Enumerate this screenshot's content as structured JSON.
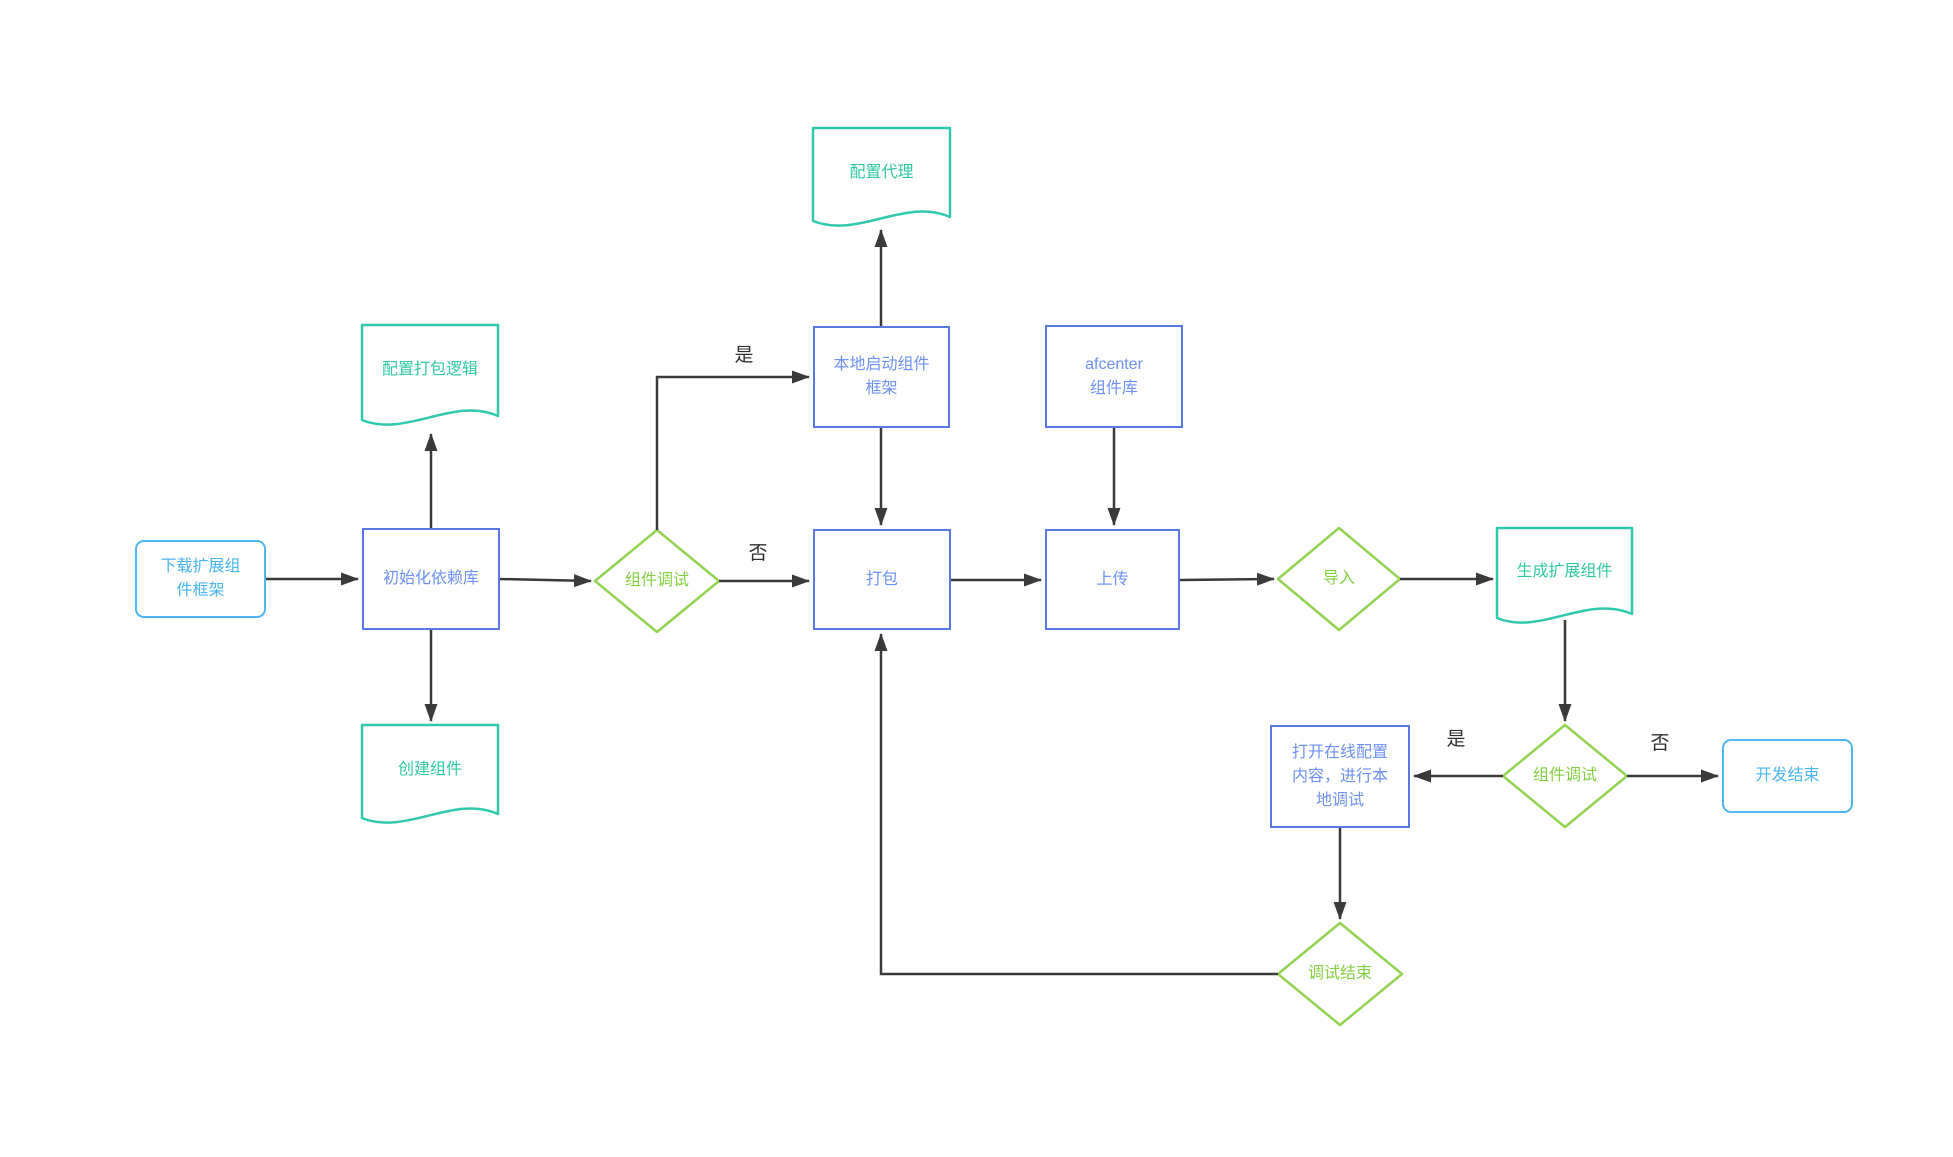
{
  "colors": {
    "light_blue": "#49b5f1",
    "process_blue_border": "#5678e2",
    "process_blue_text": "#6e91f3",
    "teal": "#2fc8ac",
    "green": "#92d351",
    "line": "#3a3a3a"
  },
  "nodes": {
    "download": {
      "label": "下载扩展组\n件框架",
      "shape": "rounded-rect"
    },
    "init": {
      "label": "初始化依赖库",
      "shape": "rect"
    },
    "package_logic": {
      "label": "配置打包逻辑",
      "shape": "document"
    },
    "create_component": {
      "label": "创建组件",
      "shape": "document"
    },
    "debug1": {
      "label": "组件调试",
      "shape": "diamond"
    },
    "local_start": {
      "label": "本地启动组件\n框架",
      "shape": "rect"
    },
    "proxy": {
      "label": "配置代理",
      "shape": "document"
    },
    "package": {
      "label": "打包",
      "shape": "rect"
    },
    "afcenter": {
      "label": "afcenter\n组件库",
      "shape": "rect"
    },
    "upload": {
      "label": "上传",
      "shape": "rect"
    },
    "import": {
      "label": "导入",
      "shape": "diamond"
    },
    "generate": {
      "label": "生成扩展组件",
      "shape": "document"
    },
    "debug2": {
      "label": "组件调试",
      "shape": "diamond"
    },
    "open_config": {
      "label": "打开在线配置\n内容，进行本\n地调试",
      "shape": "rect"
    },
    "dev_end": {
      "label": "开发结束",
      "shape": "rounded-rect"
    },
    "debug_end": {
      "label": "调试结束",
      "shape": "diamond"
    }
  },
  "edge_labels": {
    "yes1": "是",
    "no1": "否",
    "yes2": "是",
    "no2": "否"
  },
  "edges": [
    {
      "from": "download",
      "to": "init"
    },
    {
      "from": "init",
      "to": "package_logic"
    },
    {
      "from": "init",
      "to": "create_component"
    },
    {
      "from": "init",
      "to": "debug1"
    },
    {
      "from": "debug1",
      "to": "local_start",
      "label": "是"
    },
    {
      "from": "debug1",
      "to": "package",
      "label": "否"
    },
    {
      "from": "local_start",
      "to": "proxy"
    },
    {
      "from": "local_start",
      "to": "package"
    },
    {
      "from": "package",
      "to": "upload"
    },
    {
      "from": "afcenter",
      "to": "upload"
    },
    {
      "from": "upload",
      "to": "import"
    },
    {
      "from": "import",
      "to": "generate"
    },
    {
      "from": "generate",
      "to": "debug2"
    },
    {
      "from": "debug2",
      "to": "open_config",
      "label": "是"
    },
    {
      "from": "debug2",
      "to": "dev_end",
      "label": "否"
    },
    {
      "from": "open_config",
      "to": "debug_end"
    },
    {
      "from": "debug_end",
      "to": "package"
    }
  ]
}
